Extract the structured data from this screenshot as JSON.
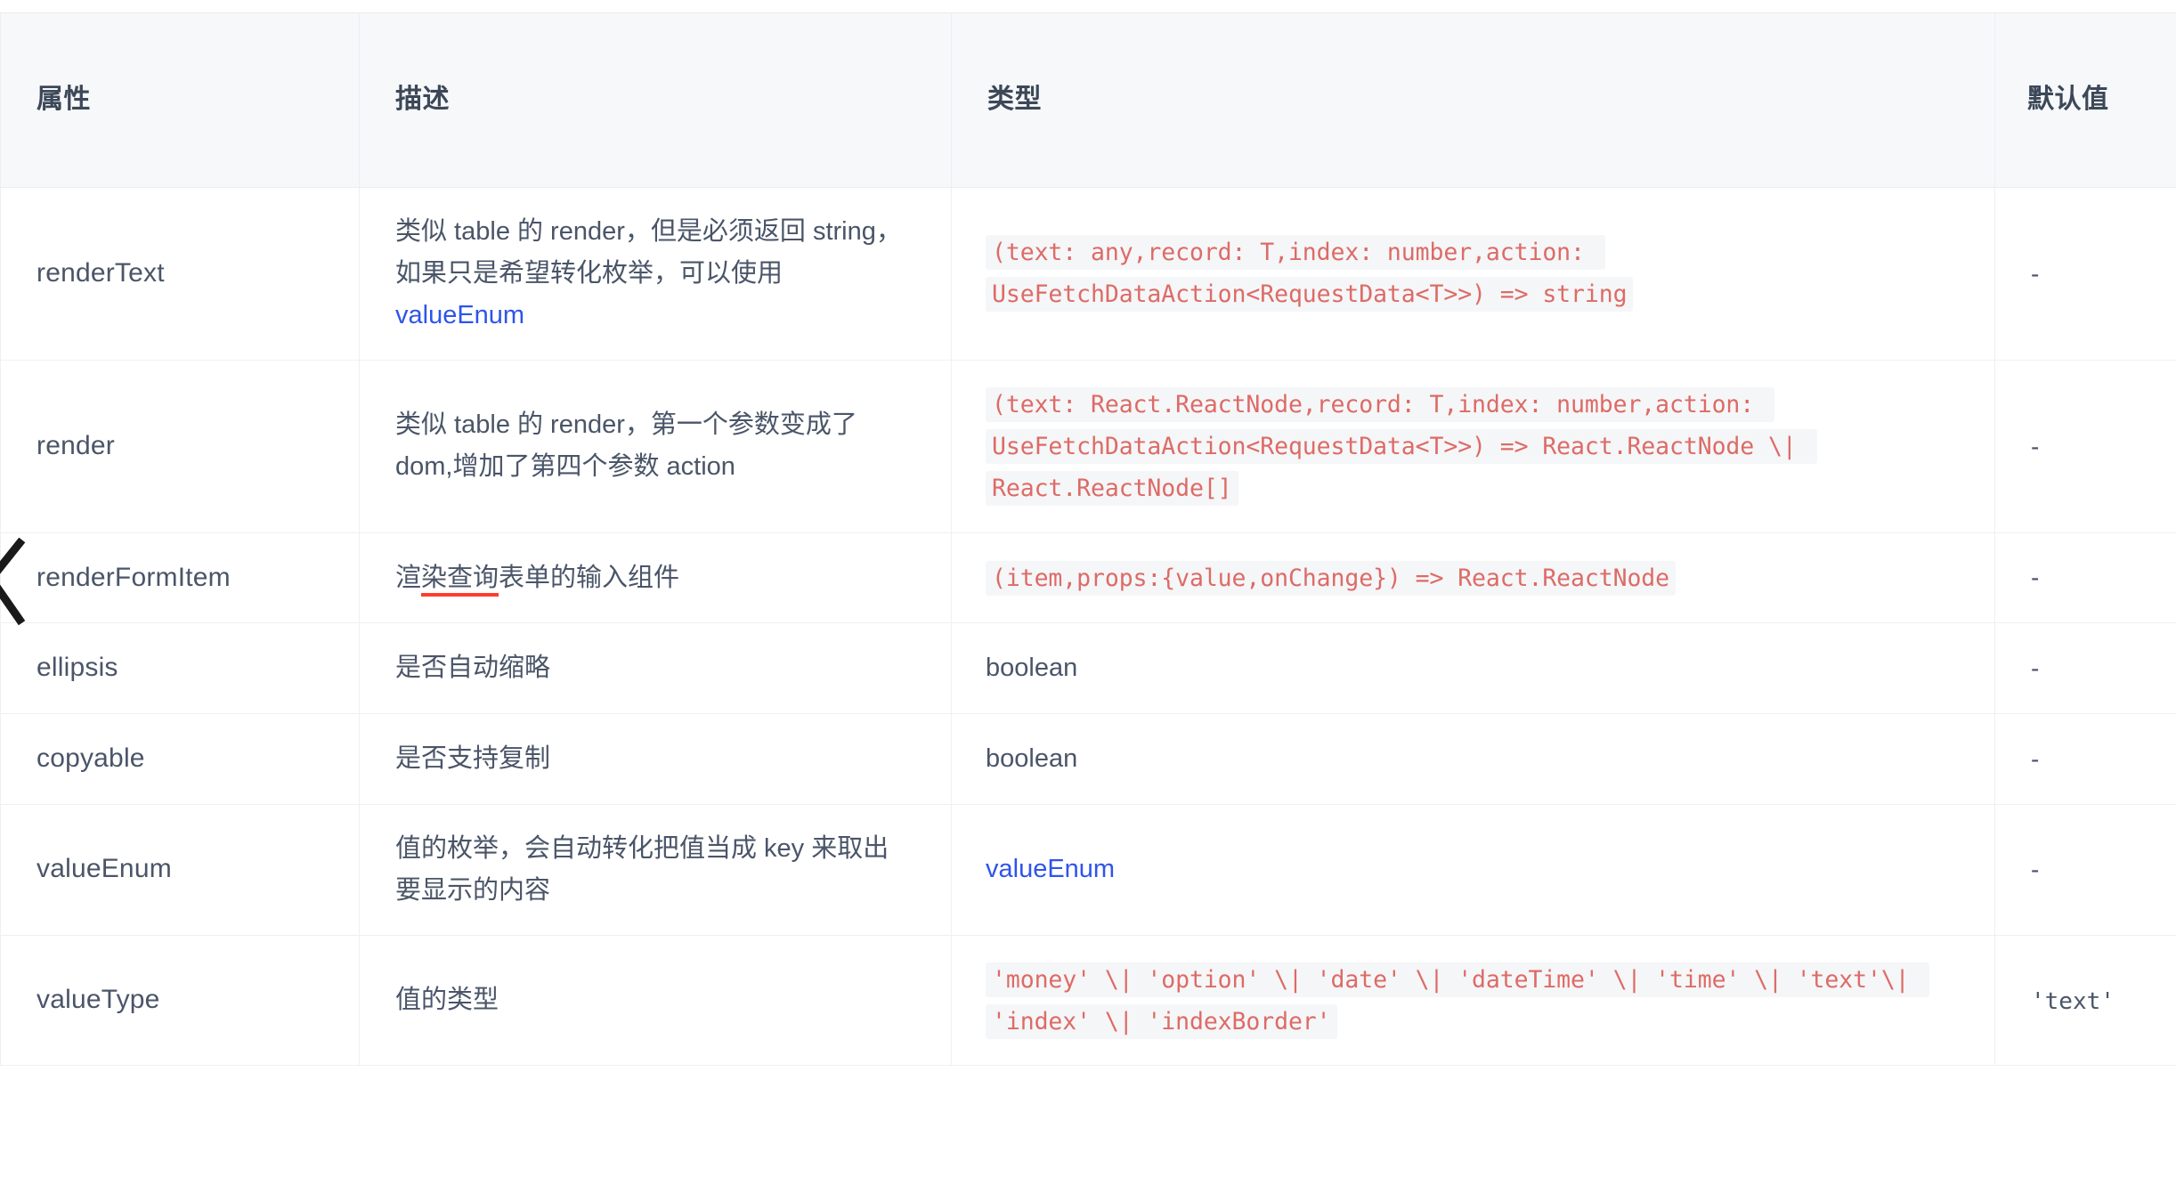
{
  "table": {
    "headers": {
      "property": "属性",
      "description": "描述",
      "type": "类型",
      "default": "默认值"
    },
    "rows": [
      {
        "property": "renderText",
        "description_pre": "类似 table 的 render，但是必须返回 string，如果只是希望转化枚举，可以使用 ",
        "description_link": "valueEnum",
        "description_post": "",
        "type_kind": "code",
        "type": "(text: any,record: T,index: number,action: UseFetchDataAction<RequestData<T>>) => string",
        "default": "-"
      },
      {
        "property": "render",
        "description_pre": "类似 table 的 render，第一个参数变成了 dom,增加了第四个参数 action",
        "description_link": "",
        "description_post": "",
        "type_kind": "code",
        "type": "(text: React.ReactNode,record: T,index: number,action: UseFetchDataAction<RequestData<T>>) => React.ReactNode \\| React.ReactNode[]",
        "default": "-"
      },
      {
        "property": "renderFormItem",
        "description_pre": "渲",
        "description_misspelled": "染查询",
        "description_post": "表单的输入组件",
        "description_link": "",
        "type_kind": "code",
        "type": "(item,props:{value,onChange}) => React.ReactNode",
        "default": "-"
      },
      {
        "property": "ellipsis",
        "description_pre": "是否自动缩略",
        "description_link": "",
        "description_post": "",
        "type_kind": "plain",
        "type": "boolean",
        "default": "-"
      },
      {
        "property": "copyable",
        "description_pre": "是否支持复制",
        "description_link": "",
        "description_post": "",
        "type_kind": "plain",
        "type": "boolean",
        "default": "-"
      },
      {
        "property": "valueEnum",
        "description_pre": "值的枚举，会自动转化把值当成 key 来取出要显示的内容",
        "description_link": "",
        "description_post": "",
        "type_kind": "link",
        "type": "valueEnum",
        "default": "-"
      },
      {
        "property": "valueType",
        "description_pre": "值的类型",
        "description_link": "",
        "description_post": "",
        "type_kind": "code",
        "type": "'money' \\| 'option' \\| 'date' \\| 'dateTime' \\| 'time' \\| 'text'\\| 'index' \\| 'indexBorder'",
        "default_kind": "code",
        "default": "'text'"
      }
    ]
  },
  "colors": {
    "header_bg": "#f7f8fa",
    "border": "#eef0f3",
    "text": "#4a5568",
    "link": "#2f54eb",
    "code_text": "#dd6b66",
    "code_bg": "#f5f6f8",
    "spell_underline": "#ff3b30"
  }
}
